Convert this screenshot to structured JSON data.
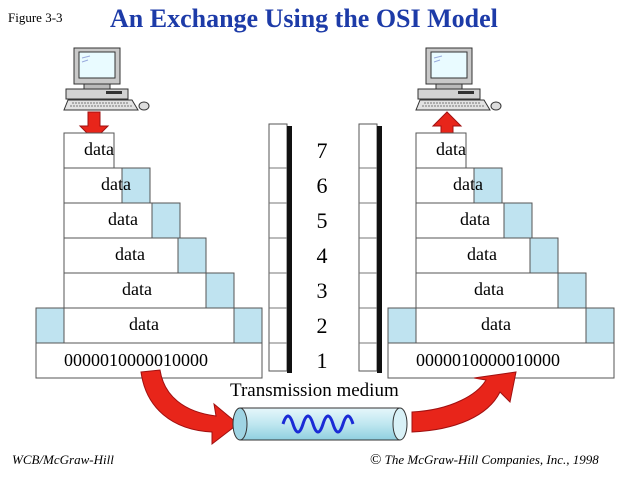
{
  "figure_label": "Figure 3-3",
  "title": "An Exchange Using the OSI Model",
  "data_label": "data",
  "bitstream": "0000010000010000",
  "layer_numbers": [
    "7",
    "6",
    "5",
    "4",
    "3",
    "2",
    "1"
  ],
  "medium_label": "Transmission medium",
  "footer_left": "WCB/McGraw-Hill",
  "footer_right": "The McGraw-Hill Companies, Inc., 1998",
  "copyright_symbol": "©",
  "colors": {
    "title": "#1d3ba8",
    "header_fill": "#bfe3f0",
    "arrow_red": "#e8251a",
    "medium_fill": "#bfe7f0",
    "wave": "#1a2bd6"
  }
}
